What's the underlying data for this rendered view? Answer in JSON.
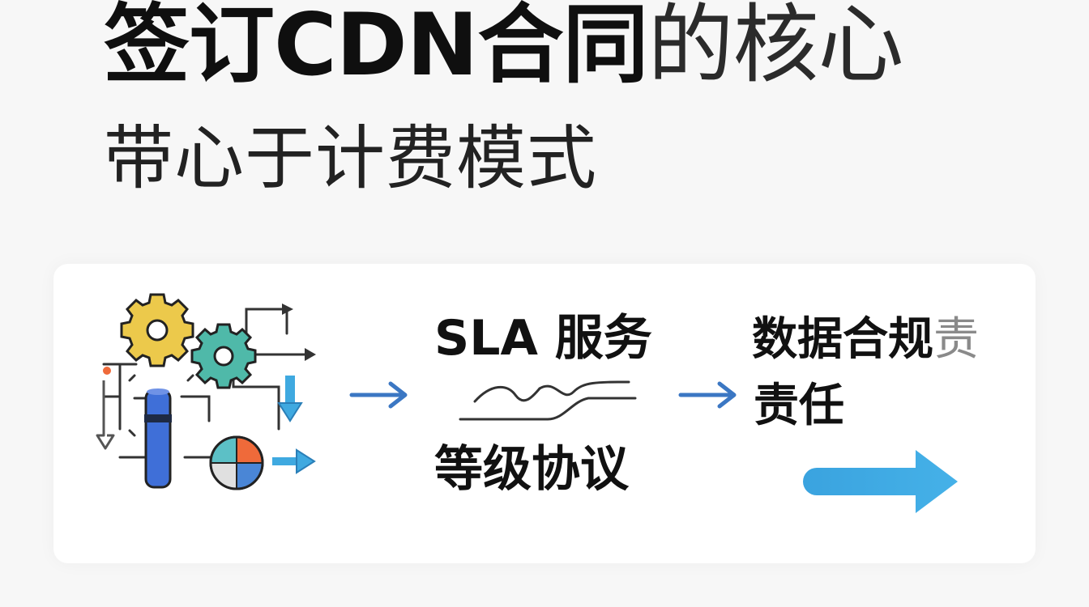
{
  "title": {
    "main_bold": "签订CDN合同",
    "main_light": "的核心",
    "subtitle": "带心于计费模式"
  },
  "flow": {
    "sla": {
      "title": "SLA 服务",
      "subtitle": "等级协议"
    },
    "compliance": {
      "line1_bold": "数据合规",
      "line1_faded": "责",
      "line2": "责任"
    }
  },
  "icons": {
    "illustration": "gears-flow-diagram-icon",
    "arrow_1": "arrow-right-icon",
    "arrow_2": "arrow-right-icon",
    "squiggle": "sla-wave-icon",
    "big_arrow": "large-arrow-right-icon"
  },
  "colors": {
    "gear_yellow": "#ecc94b",
    "gear_teal": "#4fb9a9",
    "blue_cylinder": "#3f6fd8",
    "arrow_blue": "#3b77c3",
    "big_arrow": "#3aa3df",
    "pie_orange": "#ef6a3a",
    "pie_teal": "#5cc0c6",
    "pie_blue": "#4a86d6"
  }
}
